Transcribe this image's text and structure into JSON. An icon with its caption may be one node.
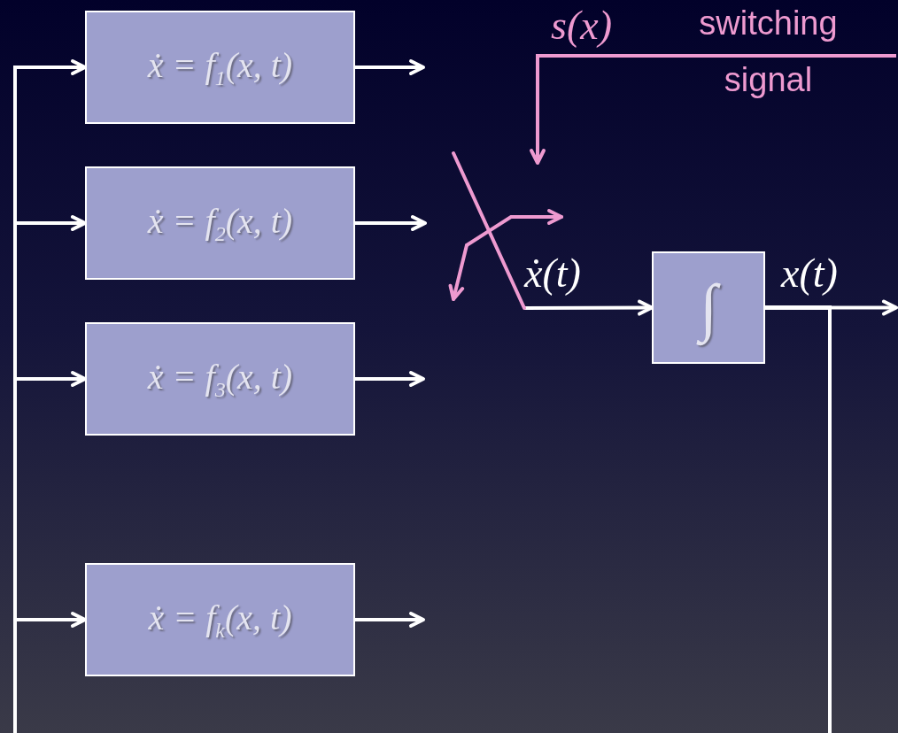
{
  "diagram": {
    "nodes": [
      {
        "text": [
          "ẋ = f$_{1}$(x, t)"
        ]
      },
      {
        "text": [
          "ẋ = f$_{2}$(x, t)"
        ]
      },
      {
        "text": [
          "ẋ = f$_{3}$(x, t)"
        ]
      },
      {
        "text": [
          "ẋ = f$_{k}$(x, t)"
        ]
      },
      {
        "text": [
          "∫"
        ]
      },
      {
        "text": [],
        "shape": "switch"
      }
    ],
    "edges": [
      {
        "from": 4,
        "to": 0,
        "arrow": "to"
      },
      {
        "from": 4,
        "to": 1,
        "arrow": "to"
      },
      {
        "from": 4,
        "to": 2,
        "arrow": "to"
      },
      {
        "from": 4,
        "to": 3,
        "arrow": "to"
      },
      {
        "from": 0,
        "to": null,
        "arrow": "to"
      },
      {
        "from": 1,
        "to": 5,
        "arrow": "to"
      },
      {
        "from": 2,
        "to": null,
        "arrow": "to"
      },
      {
        "from": 3,
        "to": null,
        "arrow": "to"
      },
      {
        "from": 5,
        "to": 4,
        "arrow": "to",
        "label": "ẋ(t)"
      },
      {
        "from": 4,
        "to": null,
        "arrow": "to",
        "label": "x(t)"
      },
      {
        "from": null,
        "to": 5,
        "arrow": "to",
        "color": "#ee9ad0"
      }
    ],
    "labels": [
      "s(x)",
      "switching signal"
    ]
  }
}
